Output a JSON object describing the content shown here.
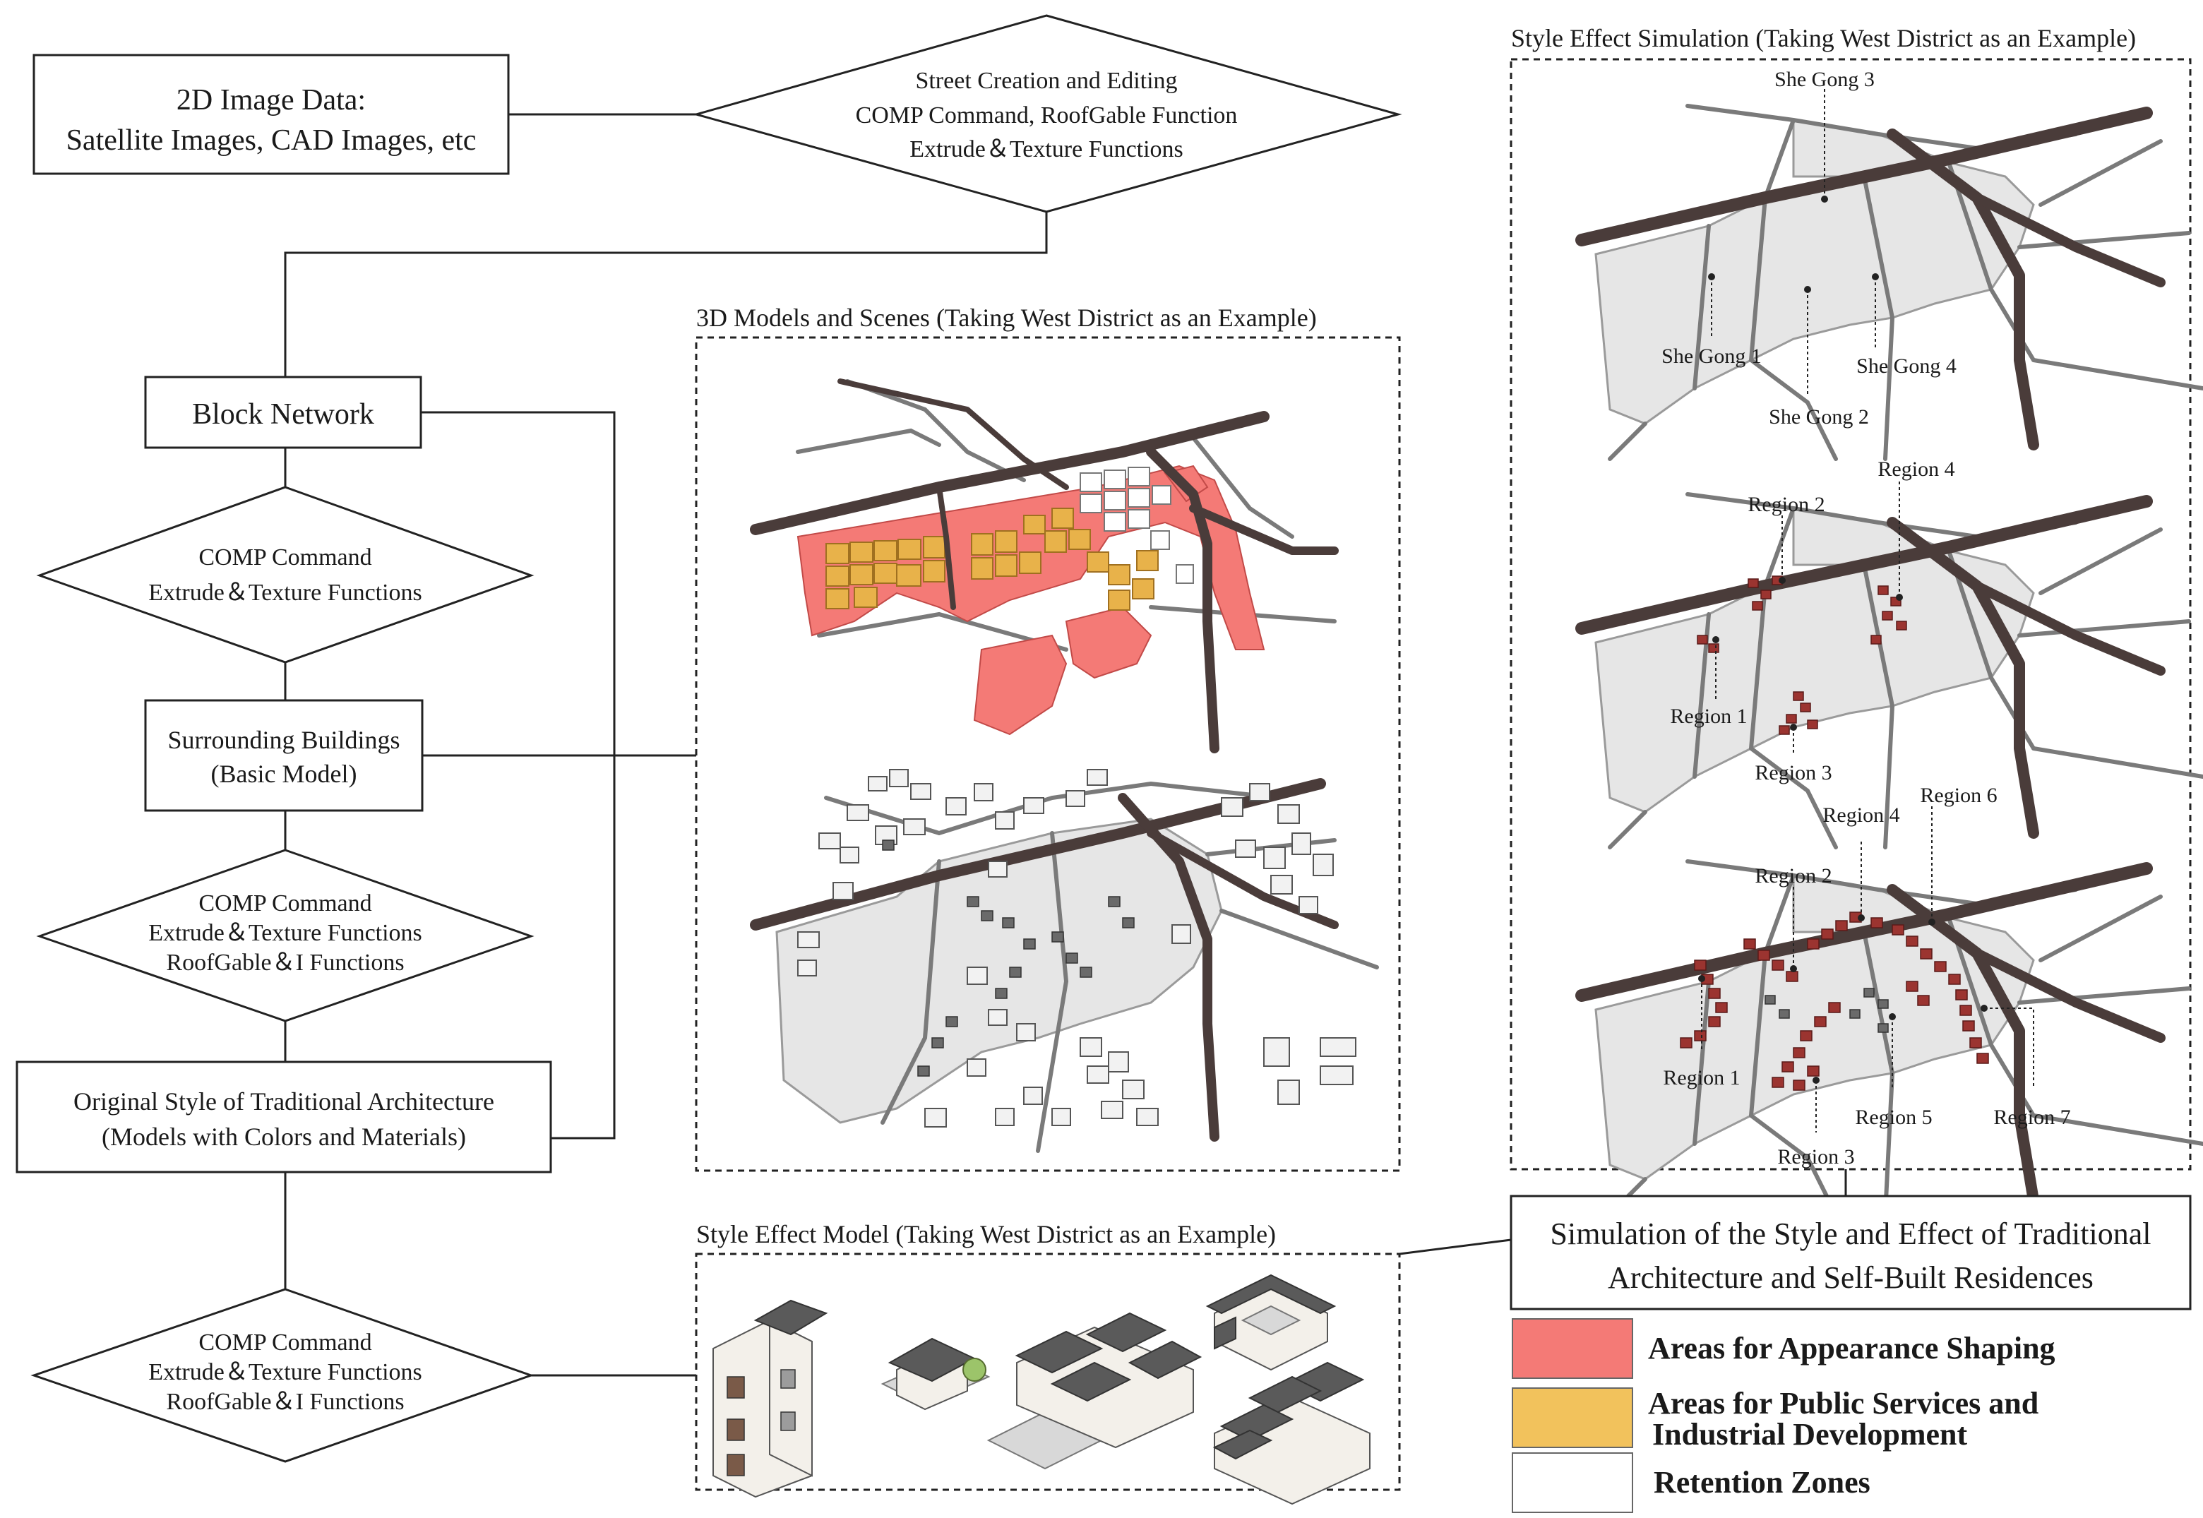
{
  "flow": {
    "image_data": {
      "line1": "2D Image Data:",
      "line2": "Satellite Images, CAD Images, etc"
    },
    "street": {
      "line1": "Street Creation and Editing",
      "line2": "COMP Command, RoofGable Function",
      "line3": "Extrude＆Texture Functions"
    },
    "block_network": "Block Network",
    "comp1": {
      "line1": "COMP Command",
      "line2": "Extrude＆Texture Functions"
    },
    "surrounding": {
      "line1": "Surrounding Buildings",
      "line2": "(Basic Model)"
    },
    "comp2": {
      "line1": "COMP Command",
      "line2": "Extrude＆Texture Functions",
      "line3": "RoofGable＆I Functions"
    },
    "original": {
      "line1": "Original Style of Traditional Architecture",
      "line2": "(Models with Colors and Materials)"
    },
    "comp3": {
      "line1": "COMP Command",
      "line2": "Extrude＆Texture Functions",
      "line3": "RoofGable＆I Functions"
    }
  },
  "panels": {
    "models_scenes": "3D Models and Scenes (Taking West District as an Example)",
    "style_model": "Style Effect Model (Taking West District as an Example)",
    "style_sim": "Style Effect Simulation (Taking West District as an Example)"
  },
  "simulation_box": {
    "line1": "Simulation of the Style and Effect of Traditional",
    "line2": "Architecture and  Self-Built Residences"
  },
  "map_top_labels": [
    "She Gong 3",
    "She Gong 1",
    "She Gong 4",
    "She Gong 2"
  ],
  "map_mid_labels": [
    "Region 4",
    "Region 2",
    "Region 1",
    "Region 3"
  ],
  "map_bottom_labels": [
    "Region 6",
    "Region 4",
    "Region 2",
    "Region 1",
    "Region 5",
    "Region 7",
    "Region 3"
  ],
  "legend": [
    {
      "label": "Areas for Appearance Shaping",
      "color": "#f47a76"
    },
    {
      "label": "Areas for Public Services and",
      "label2": "Industrial Development",
      "color": "#f2c25c"
    },
    {
      "label": "Retention Zones",
      "color": "#ffffff"
    }
  ]
}
